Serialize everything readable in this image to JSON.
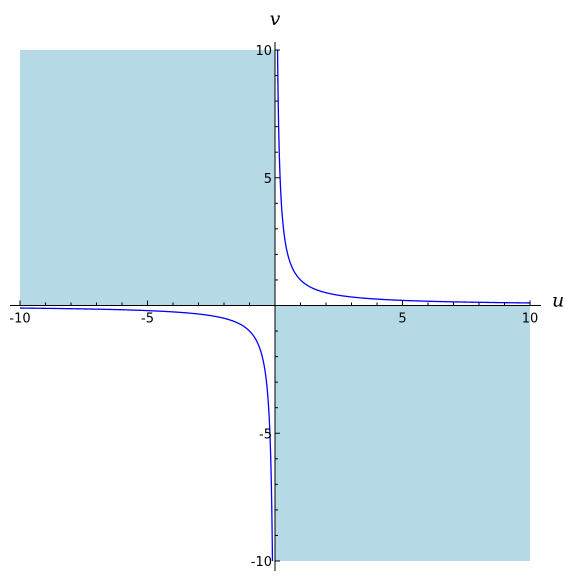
{
  "chart_data": {
    "type": "area",
    "title": "",
    "xlabel": "u",
    "ylabel": "v",
    "xlim": [
      -10,
      10
    ],
    "ylim": [
      -10,
      10
    ],
    "grid": false,
    "legend": "none",
    "x_ticks": [
      {
        "value": -10,
        "label": "-10"
      },
      {
        "value": -5,
        "label": "-5"
      },
      {
        "value": 5,
        "label": "5"
      },
      {
        "value": 10,
        "label": "10"
      }
    ],
    "y_ticks": [
      {
        "value": 10,
        "label": "10"
      },
      {
        "value": 5,
        "label": "5"
      },
      {
        "value": -5,
        "label": "-5"
      },
      {
        "value": -10,
        "label": "-10"
      }
    ],
    "minor_tick_step": 1,
    "regions": [
      {
        "x": [
          -10,
          0
        ],
        "y": [
          0,
          10
        ],
        "color": "#b5dae6"
      },
      {
        "x": [
          0,
          10
        ],
        "y": [
          -10,
          0
        ],
        "color": "#b5dae6"
      }
    ],
    "series": [
      {
        "function": "v = 1/u",
        "color": "#0000ff",
        "points_positive": [
          [
            0.1,
            10
          ],
          [
            0.2,
            5
          ],
          [
            0.5,
            2
          ],
          [
            1,
            1
          ],
          [
            2,
            0.5
          ],
          [
            5,
            0.2
          ],
          [
            10,
            0.1
          ]
        ],
        "points_negative": [
          [
            -10,
            -0.1
          ],
          [
            -5,
            -0.2
          ],
          [
            -2,
            -0.5
          ],
          [
            -1,
            -1
          ],
          [
            -0.5,
            -2
          ],
          [
            -0.2,
            -5
          ],
          [
            -0.1,
            -10
          ]
        ]
      }
    ]
  }
}
